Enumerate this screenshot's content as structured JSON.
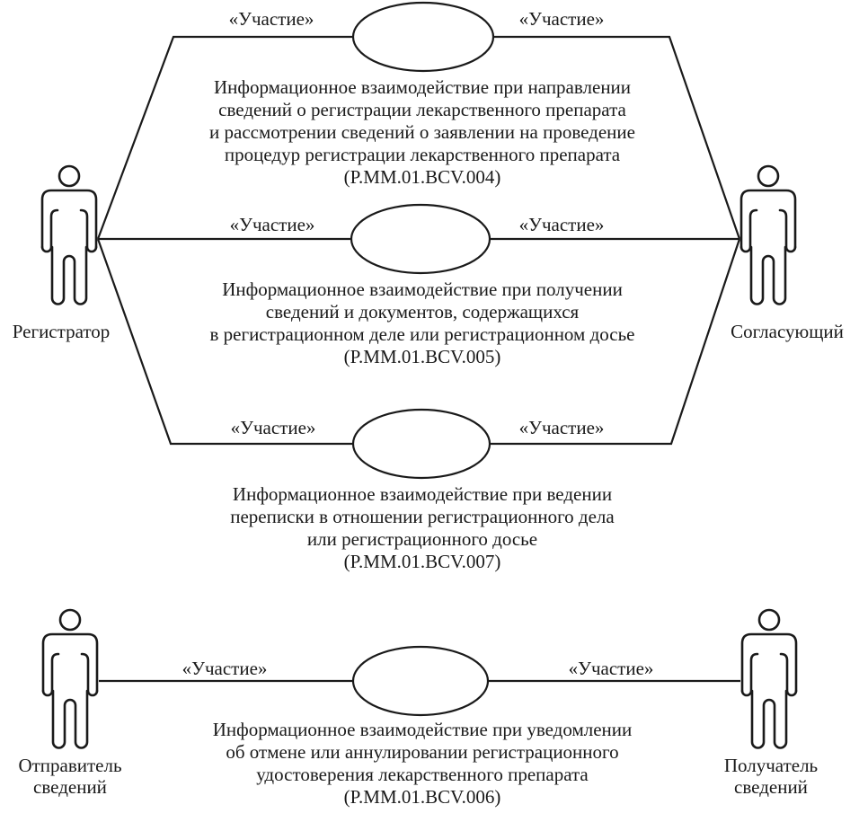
{
  "diagram": {
    "background": "#ffffff",
    "stroke_color": "#1a1a1a",
    "stereotype_label": "«Участие»",
    "actors": {
      "registrar": {
        "label": "Регистратор"
      },
      "approver": {
        "label": "Согласующий"
      },
      "sender": {
        "line1": "Отправитель",
        "line2": "сведений"
      },
      "receiver": {
        "line1": "Получатель",
        "line2": "сведений"
      }
    },
    "use_cases": [
      {
        "lines": [
          "Информационное взаимодействие при направлении",
          "сведений о регистрации лекарственного препарата",
          "и рассмотрении сведений о заявлении на проведение",
          "процедур регистрации лекарственного препарата"
        ],
        "code": "(P.MM.01.BCV.004)"
      },
      {
        "lines": [
          "Информационное взаимодействие при получении",
          "сведений и документов, содержащихся",
          "в регистрационном деле или регистрационном досье"
        ],
        "code": "(P.MM.01.BCV.005)"
      },
      {
        "lines": [
          "Информационное взаимодействие при ведении",
          "переписки в отношении регистрационного дела",
          "или регистрационного досье"
        ],
        "code": "(P.MM.01.BCV.007)"
      },
      {
        "lines": [
          "Информационное взаимодействие при уведомлении",
          "об отмене или аннулировании регистрационного",
          "удостоверения лекарственного препарата"
        ],
        "code": "(P.MM.01.BCV.006)"
      }
    ]
  }
}
